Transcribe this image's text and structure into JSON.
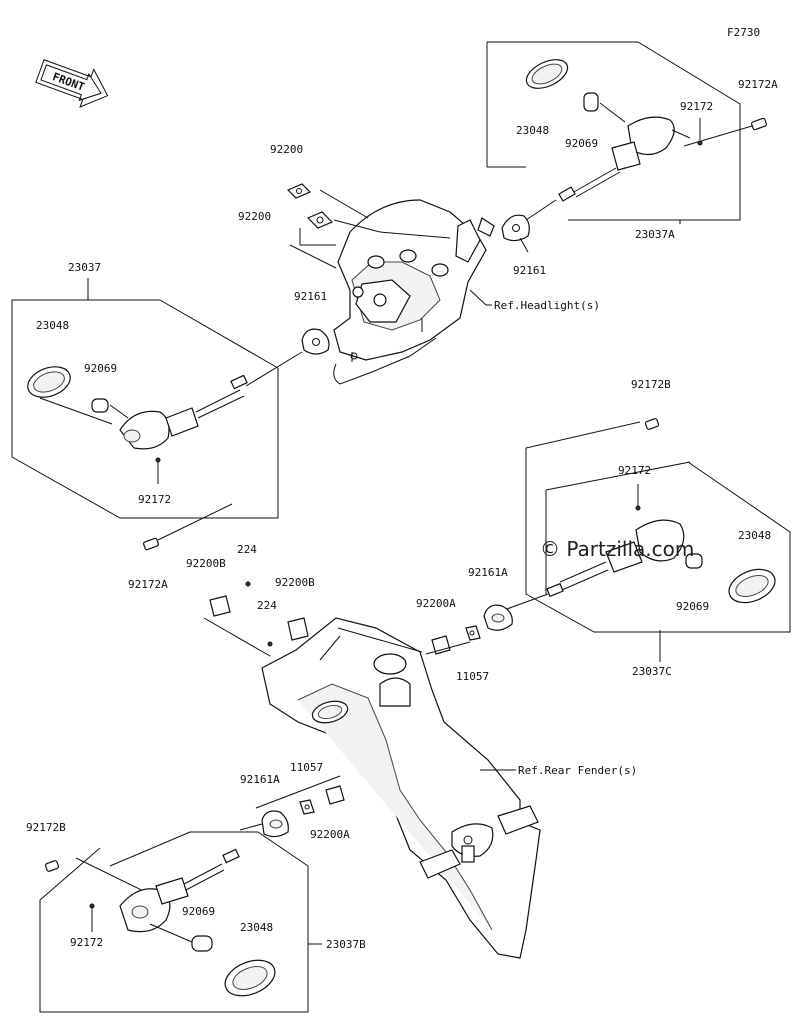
{
  "figure_id": "F2730",
  "front_label": "FRONT",
  "watermark": "© Partzilla.com",
  "refs": {
    "headlight": "Ref.Headlight(s)",
    "rear_fender": "Ref.Rear Fender(s)"
  },
  "labels": {
    "a1": "23037A",
    "a2": "92172A",
    "a3": "92172",
    "a4": "23048",
    "a5": "92069",
    "a6": "92161",
    "b1": "92200",
    "b2": "92200",
    "b3": "92161",
    "c1": "23037",
    "c2": "23048",
    "c3": "92069",
    "c4": "92172",
    "c5": "92172A",
    "d1": "92172B",
    "d2": "92172",
    "d3": "23048",
    "d4": "92161A",
    "d5": "92069",
    "d6": "23037C",
    "e1": "92200B",
    "e2": "224",
    "e3": "92200B",
    "e4": "224",
    "e5": "92200A",
    "e6": "11057",
    "f1": "11057",
    "f2": "92161A",
    "f3": "92200A",
    "f4": "92172B",
    "f5": "92069",
    "f6": "23048",
    "f7": "92172",
    "f8": "23037B"
  }
}
